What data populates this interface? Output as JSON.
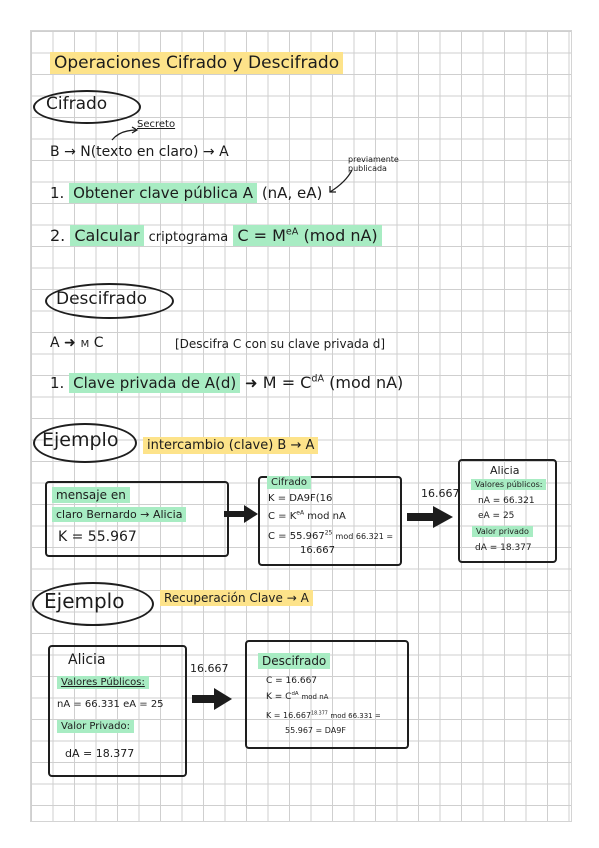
{
  "title": "Operaciones Cifrado y Descifrado",
  "cifrado": {
    "heading": "Cifrado",
    "secreto_note": "Secreto",
    "flow_b": "B",
    "flow_n": "N(texto en claro)",
    "flow_a": "A",
    "previo_note_1": "previamente",
    "previo_note_2": "publicada",
    "step1_num": "1.",
    "step1_text": "Obtener clave pública A",
    "step1_formula": "(nA, eA)",
    "step2_num": "2.",
    "step2_text": "Calcular",
    "step2_word": "criptograma",
    "step2_formula_c": "C = M",
    "step2_formula_exp": "eA",
    "step2_formula_mod": "(mod nA)"
  },
  "descifrado": {
    "heading": "Descifrado",
    "flow_a": "A",
    "flow_m": "M",
    "flow_c": "C",
    "bracket_note": "[Descifra C con su clave privada d]",
    "step1_num": "1.",
    "step1_text": "Clave privada de A(d)",
    "step1_formula_m": "M = C",
    "step1_formula_exp": "dA",
    "step1_formula_mod": "(mod nA)"
  },
  "ejemplo1": {
    "heading": "Ejemplo",
    "subtitle": "intercambio (clave) B → A",
    "box1_line1": "mensaje en",
    "box1_line2": "claro Bernardo → Alicia",
    "box1_line3": "K = 55.967",
    "box2_title": "Cifrado",
    "box2_line1": "K = DA9F(16",
    "box2_line2_c": "C = K",
    "box2_line2_exp": "eA",
    "box2_line2_mod": "mod nA",
    "box2_line3_c": "C = 55.967",
    "box2_line3_exp": "25",
    "box2_line3_mod": "mod 66.321 =",
    "box2_line4": "16.667",
    "arrow_label": "16.667",
    "box3_title": "Alicia",
    "box3_pub_label": "Valores públicos:",
    "box3_na": "nA = 66.321",
    "box3_ea": "eA = 25",
    "box3_priv_label": "Valor privado",
    "box3_da": "dA = 18.377"
  },
  "ejemplo2": {
    "heading": "Ejemplo",
    "subtitle": "Recuperación Clave → A",
    "box1_title": "Alicia",
    "box1_pub_label": "Valores Públicos:",
    "box1_pub_vals": "nA = 66.331   eA = 25",
    "box1_priv_label": "Valor Privado:",
    "box1_da": "dA = 18.377",
    "arrow_label": "16.667",
    "box2_title": "Descifrado",
    "box2_line1": "C = 16.667",
    "box2_line2_k": "K = C",
    "box2_line2_exp": "dA",
    "box2_line2_mod": "mod nA",
    "box2_line3_k": "K = 16.667",
    "box2_line3_exp": "18.377",
    "box2_line3_mod": "mod 66.331 =",
    "box2_line4": "55.967 = DA9F"
  },
  "colors": {
    "yellow_highlight": "#fde38a",
    "green_highlight": "#a8ecc3",
    "ink": "#1c1c1c",
    "grid": "#cfcfcf"
  }
}
